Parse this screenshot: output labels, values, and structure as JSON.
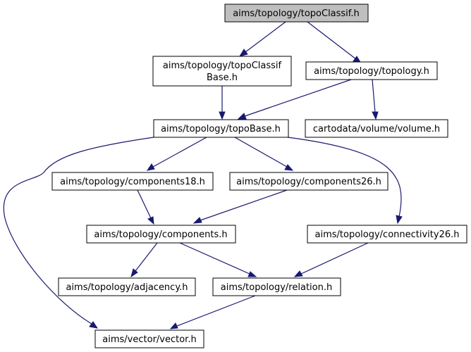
{
  "colors": {
    "edge": "#191970",
    "root_fill": "#bfbfbf",
    "node_fill": "#ffffff",
    "node_border": "#000000"
  },
  "nodes": {
    "topoClassif": "aims/topology/topoClassif.h",
    "topoClassifBase_line1": "aims/topology/topoClassif",
    "topoClassifBase_line2": "Base.h",
    "topology": "aims/topology/topology.h",
    "topoBase": "aims/topology/topoBase.h",
    "volume": "cartodata/volume/volume.h",
    "components18": "aims/topology/components18.h",
    "components26": "aims/topology/components26.h",
    "components": "aims/topology/components.h",
    "connectivity26": "aims/topology/connectivity26.h",
    "adjacency": "aims/topology/adjacency.h",
    "relation": "aims/topology/relation.h",
    "vector": "aims/vector/vector.h"
  }
}
